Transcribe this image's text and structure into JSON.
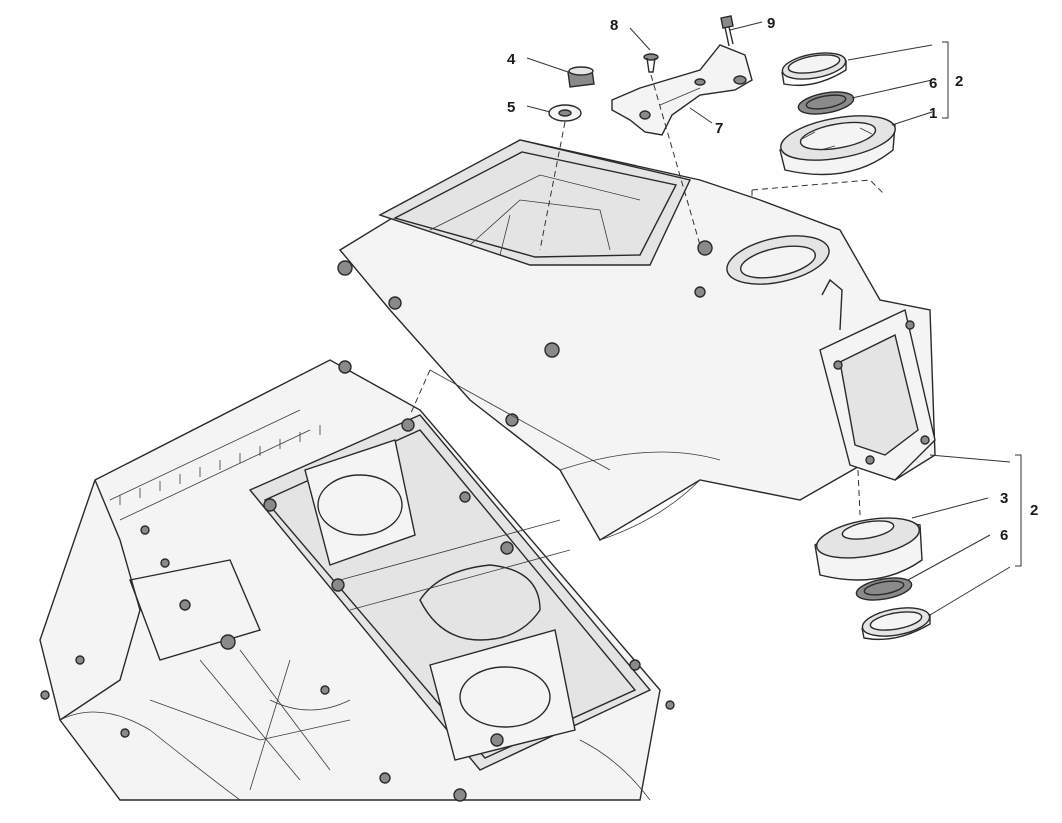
{
  "diagram": {
    "callouts": [
      {
        "id": "c8",
        "label": "8"
      },
      {
        "id": "c9",
        "label": "9"
      },
      {
        "id": "c4",
        "label": "4"
      },
      {
        "id": "c5",
        "label": "5"
      },
      {
        "id": "c7",
        "label": "7"
      },
      {
        "id": "c6a",
        "label": "6"
      },
      {
        "id": "c1",
        "label": "1"
      },
      {
        "id": "c2a",
        "label": "2"
      },
      {
        "id": "c3",
        "label": "3"
      },
      {
        "id": "c6b",
        "label": "6"
      },
      {
        "id": "c2b",
        "label": "2"
      }
    ]
  },
  "colors": {
    "line": "#2a2a2a",
    "background": "#ffffff"
  }
}
